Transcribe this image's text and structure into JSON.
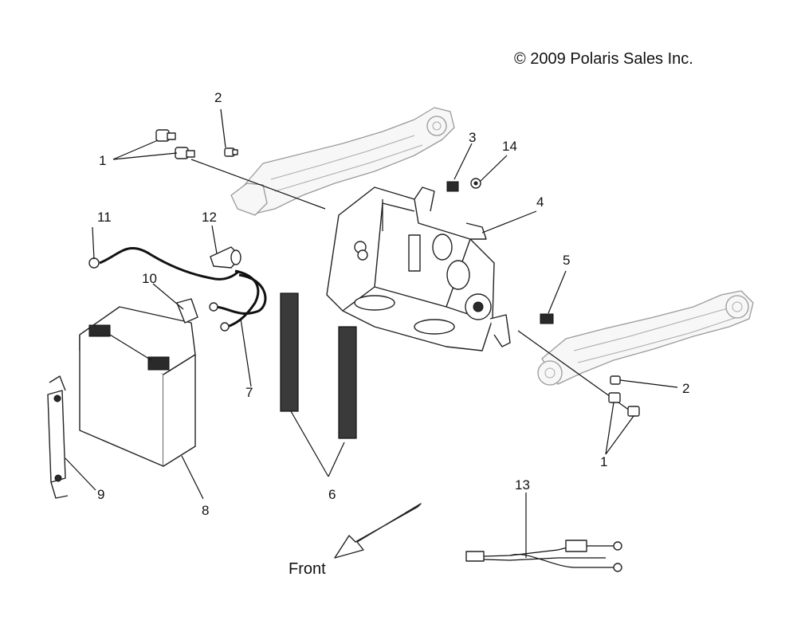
{
  "copyright": "© 2009 Polaris Sales Inc.",
  "front_label": "Front",
  "callouts": {
    "c1a": "1",
    "c1b": "1",
    "c2a": "2",
    "c2b": "2",
    "c3": "3",
    "c4": "4",
    "c5": "5",
    "c6": "6",
    "c7": "7",
    "c8": "8",
    "c9": "9",
    "c10": "10",
    "c11": "11",
    "c12": "12",
    "c13": "13",
    "c14": "14"
  }
}
